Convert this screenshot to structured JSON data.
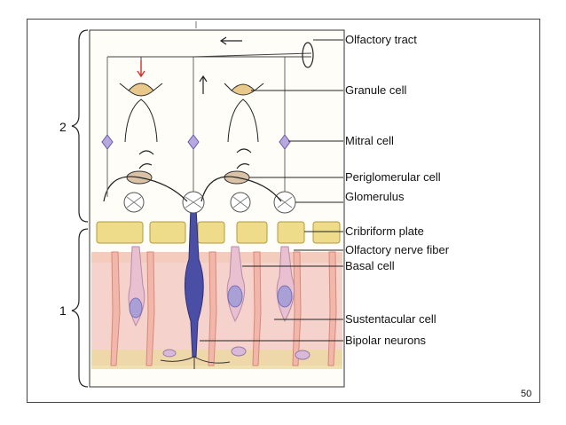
{
  "labels": {
    "olfactory_tract": "Olfactory tract",
    "granule_cell": "Granule cell",
    "mitral_cell": "Mitral cell",
    "periglomerular_cell": "Periglomerular cell",
    "glomerulus": "Glomerulus",
    "cribriform_plate": "Cribriform plate",
    "olfactory_nerve_fiber": "Olfactory nerve fiber",
    "basal_cell": "Basal cell",
    "sustentacular_cell": "Sustentacular cell",
    "bipolar_neurons": "Bipolar neurons"
  },
  "region_numbers": {
    "upper": "2",
    "lower": "1"
  },
  "page_number": "50",
  "colors": {
    "bone": "#eedc8a",
    "epithelium": "#f6d2cc",
    "cell_body": "#a9a0d6",
    "highlight_neuron": "#4a4ea4",
    "nerve": "#e08a74",
    "line": "#222222"
  }
}
